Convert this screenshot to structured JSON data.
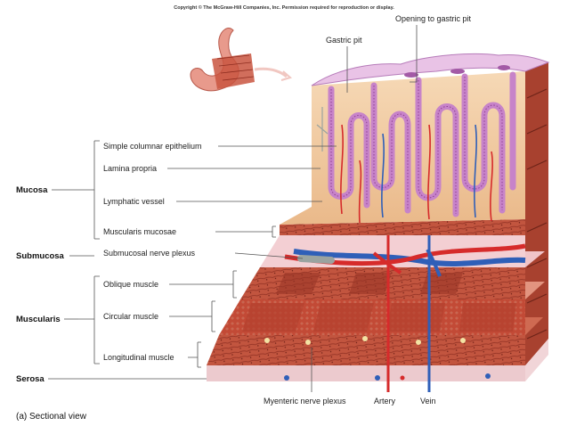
{
  "copyright": "Copyright © The McGraw-Hill Companies, Inc. Permission required for reproduction or display.",
  "caption": "(a) Sectional view",
  "layers": {
    "mucosa": "Mucosa",
    "submucosa": "Submucosa",
    "muscularis": "Muscularis",
    "serosa": "Serosa"
  },
  "labels": {
    "opening_gastric_pit": "Opening to gastric pit",
    "gastric_pit": "Gastric pit",
    "simple_columnar": "Simple columnar epithelium",
    "lamina_propria": "Lamina propria",
    "lymphatic_vessel": "Lymphatic vessel",
    "muscularis_mucosae": "Muscularis mucosae",
    "submucosal_plexus": "Submucosal nerve plexus",
    "oblique": "Oblique muscle",
    "circular": "Circular muscle",
    "longitudinal": "Longitudinal muscle",
    "myenteric": "Myenteric nerve plexus",
    "artery": "Artery",
    "vein": "Vein"
  },
  "colors": {
    "mucosa_fill": "#f2c9a0",
    "epithelium": "#c783c9",
    "muscle": "#b94a3a",
    "muscle_light": "#d97b63",
    "artery": "#d62b2b",
    "vein": "#2f5fb8"
  }
}
